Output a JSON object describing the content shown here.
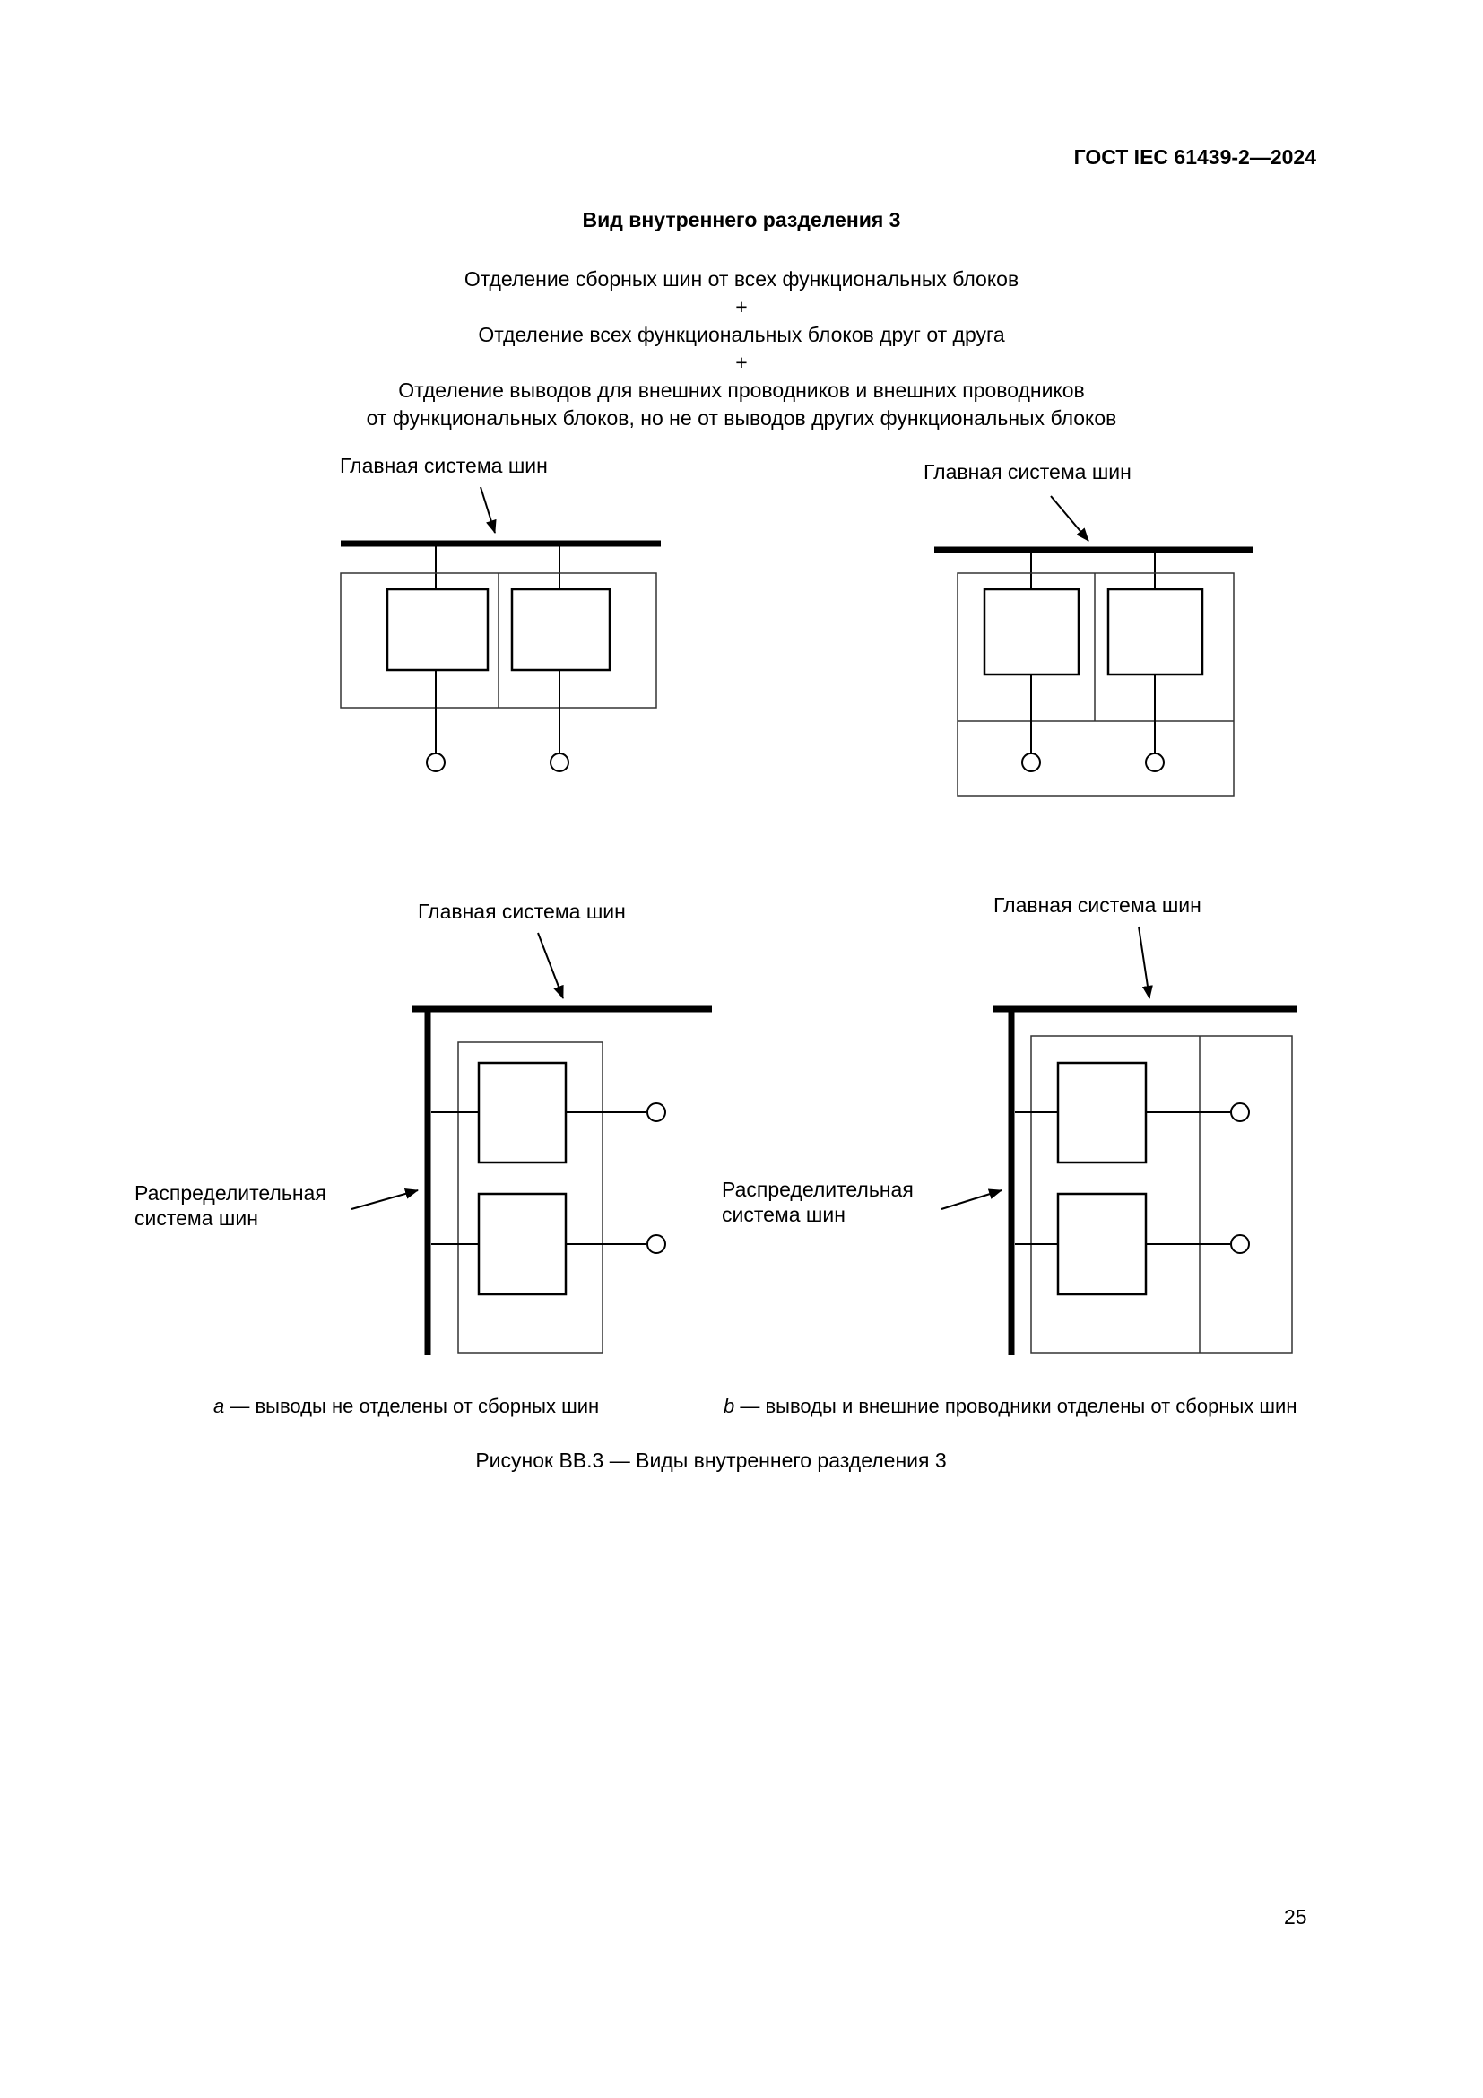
{
  "header": {
    "document_code": "ГОСТ IEC 61439-2—2024",
    "page_number": "25"
  },
  "title": "Вид внутреннего разделения 3",
  "description": {
    "line1": "Отделение сборных шин от всех функциональных блоков",
    "plus1": "+",
    "line2": "Отделение всех функциональных блоков друг от друга",
    "plus2": "+",
    "line3": "Отделение выводов для внешних проводников и внешних проводников",
    "line4": "от функциональных блоков, но не от выводов других функциональных блоков"
  },
  "diagram_labels": {
    "main_busbar": "Главная система шин",
    "distribution_busbar_line1": "Распределительная",
    "distribution_busbar_line2": "система шин"
  },
  "captions": {
    "a_letter": "a",
    "a_text": "— выводы не отделены от сборных шин",
    "b_letter": "b",
    "b_text": "— выводы и внешние проводники отделены от сборных шин"
  },
  "figure_caption": "Рисунок ВВ.3 — Виды внутреннего разделения 3",
  "colors": {
    "line": "#000000",
    "enclosure_line": "#333333",
    "background": "#ffffff"
  }
}
